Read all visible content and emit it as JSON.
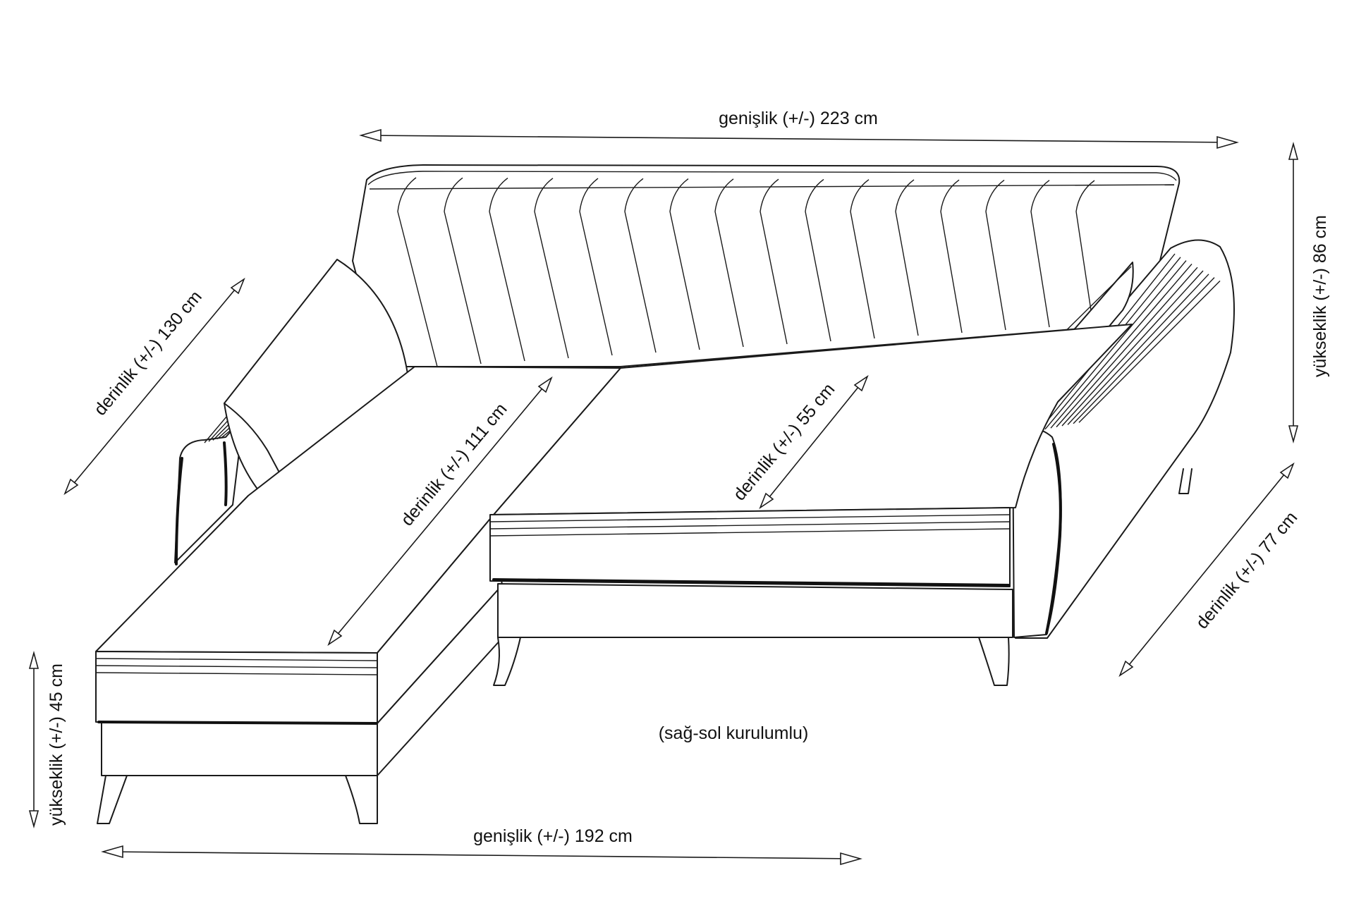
{
  "diagram": {
    "labels": {
      "width_top": "genişlik (+/-) 223 cm",
      "width_bottom": "genişlik (+/-) 192 cm",
      "height_right": "yükseklik (+/-) 86 cm",
      "height_left": "yükseklik (+/-) 45 cm",
      "depth_130": "derinlik (+/-) 130 cm",
      "depth_111": "derinlik (+/-) 111 cm",
      "depth_55": "derinlik (+/-) 55 cm",
      "depth_77": "derinlik (+/-) 77 cm",
      "note": "(sağ-sol kurulumlu)"
    },
    "colors": {
      "line": "#1a1a1a",
      "background": "#ffffff"
    }
  }
}
